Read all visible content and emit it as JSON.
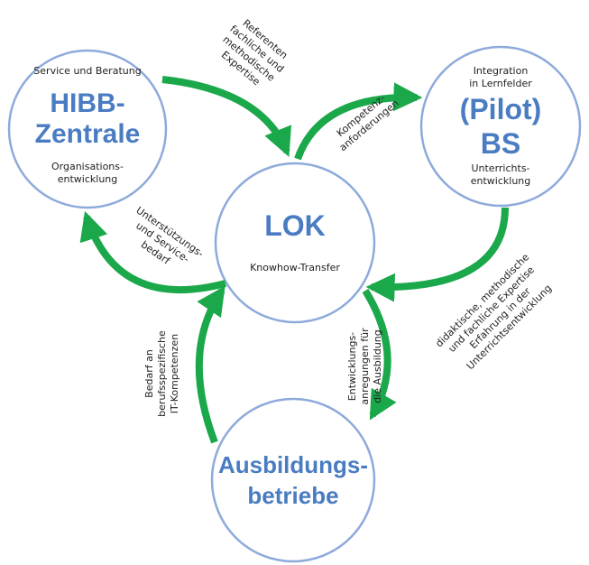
{
  "colors": {
    "circle": "#8eaadb",
    "arrow": "#1aa84a",
    "title": "#4a7cc2"
  },
  "nodes": {
    "hibb": {
      "top": "Service und Beratung",
      "title1": "HIBB-",
      "title2": "Zentrale",
      "bottom1": "Organisations-",
      "bottom2": "entwicklung"
    },
    "pilot": {
      "top1": "Integration",
      "top2": "in Lernfelder",
      "title1": "(Pilot)",
      "title2": "BS",
      "bottom1": "Unterrichts-",
      "bottom2": "entwicklung"
    },
    "lok": {
      "title": "LOK",
      "subtitle": "Knowhow-Transfer"
    },
    "betriebe": {
      "title1": "Ausbildungs-",
      "title2": "betriebe"
    }
  },
  "arrows": {
    "hibb_to_lok": [
      "Referenten",
      "fachliche und",
      "methodische",
      "Expertise"
    ],
    "lok_to_pilot": [
      "Kompetenz-",
      "anforderungen"
    ],
    "pilot_to_lok": [
      "didaktische, methodische",
      "und fachliche Expertise",
      "Erfahrung in der",
      "Unterrichtsentwicklung"
    ],
    "lok_to_betriebe": [
      "Entwicklungs-",
      "anregungen für",
      "die Ausbildung"
    ],
    "betriebe_to_lok": [
      "Bedarf an",
      "berufsspezifische",
      "IT-Kompetenzen"
    ],
    "lok_to_hibb": [
      "Unterstützungs-",
      "und Service-",
      "bedarf"
    ]
  }
}
